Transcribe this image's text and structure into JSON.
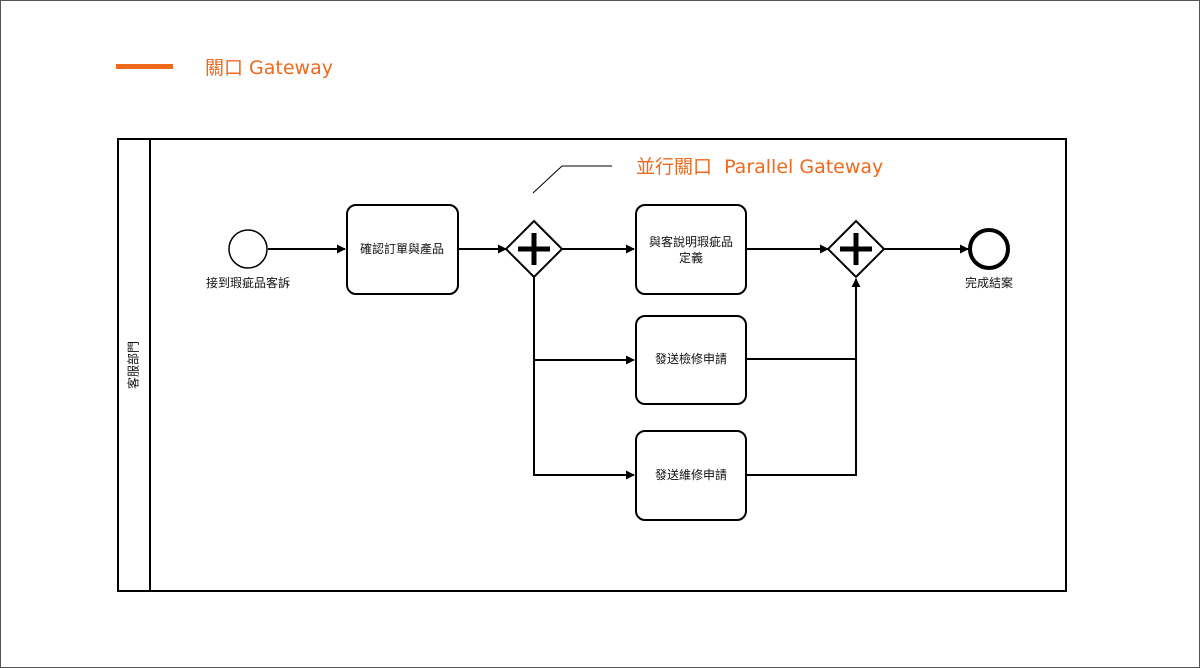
{
  "header": {
    "title": "關口 Gateway",
    "accent_color": "#f0691c"
  },
  "diagram": {
    "lane_label": "客服部門",
    "callout": "並行關口  Parallel Gateway",
    "start_event": {
      "label": "接到瑕疵品客訴"
    },
    "end_event": {
      "label": "完成結案"
    },
    "tasks": {
      "confirm": "確認訂單與產品",
      "explain_line1": "與客說明瑕疵品",
      "explain_line2": "定義",
      "inspect": "發送檢修申請",
      "repair": "發送維修申請"
    },
    "gateways": {
      "split": {
        "type": "parallel",
        "symbol": "plus"
      },
      "join": {
        "type": "parallel",
        "symbol": "plus"
      }
    }
  }
}
